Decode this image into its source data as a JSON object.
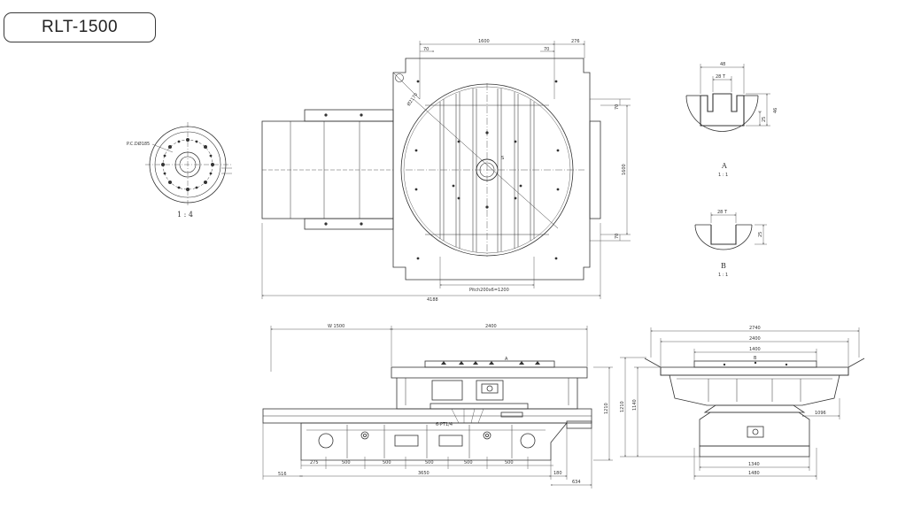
{
  "title": "RLT-1500",
  "views": {
    "detail_circle_scale": "1 : 4",
    "pcd_label": "P.C.DØ185",
    "detail_a": {
      "label": "A",
      "scale": "1 : 1",
      "dim_top": "48",
      "dim_slot": "28 T",
      "dim_h1": "46",
      "dim_h2": "25"
    },
    "detail_b": {
      "label": "B",
      "scale": "1 : 1",
      "dim_slot": "28 T",
      "dim_h": "25"
    },
    "top_view": {
      "dim_top_main": "1600",
      "dim_top_right": "276",
      "dim_offset_left": "70",
      "dim_offset_right": "70",
      "dim_right_top": "70",
      "dim_right_main": "1600",
      "dim_right_bottom": "70",
      "dia": "Ø2170",
      "pitch": "Pitch200x6=1200",
      "overall": "4188",
      "center_mark": "S"
    },
    "side_view": {
      "w_label": "W 1500",
      "dim_table": "2400",
      "dim_height": "1210",
      "dim_h2": "1140",
      "bottom_dims": [
        "275",
        "500",
        "500",
        "500",
        "500",
        "500"
      ],
      "dim_left": "516",
      "dim_main": "3650",
      "dim_end": "180",
      "dim_far": "634",
      "label_tt": "6-PT1/4",
      "marker": "A"
    },
    "front_view": {
      "dim_overall": "2740",
      "dim_mid": "2400",
      "dim_inner": "1400",
      "dim_side": "1096",
      "dim_base1": "1340",
      "dim_base2": "1480",
      "marker": "B"
    }
  }
}
